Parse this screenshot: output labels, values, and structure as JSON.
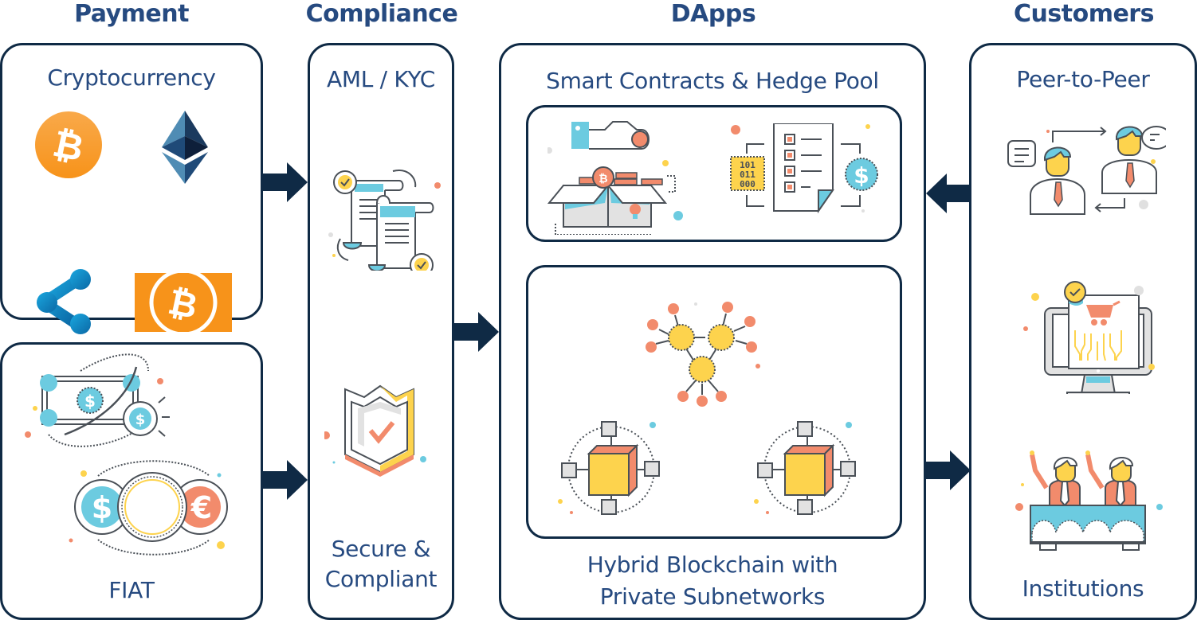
{
  "headers": {
    "payment": "Payment",
    "compliance": "Compliance",
    "dapps": "DApps",
    "customers": "Customers"
  },
  "payment": {
    "crypto_label": "Cryptocurrency",
    "crypto_icons": [
      "bitcoin-icon",
      "ethereum-icon",
      "ripple-icon",
      "bitcoin-cash-icon"
    ],
    "fiat_label": "FIAT",
    "fiat_icons": [
      "banknote-icon",
      "currency-exchange-icon"
    ],
    "fiat_symbols": {
      "dollar": "$",
      "euro": "€"
    }
  },
  "compliance": {
    "top_label": "AML / KYC",
    "bottom_label_line1": "Secure &",
    "bottom_label_line2": "Compliant"
  },
  "dapps": {
    "top_label": "Smart Contracts & Hedge Pool",
    "binary_text": [
      "101",
      "011",
      "000"
    ],
    "bottom_label_line1": "Hybrid Blockchain with",
    "bottom_label_line2": "Private Subnetworks"
  },
  "customers": {
    "top_label": "Peer-to-Peer",
    "bottom_label": "Institutions"
  },
  "colors": {
    "heading": "#264a80",
    "border": "#0f2a45",
    "orange": "#f7931a",
    "salmon": "#f28b6c",
    "yellow": "#fdd34d",
    "cyan": "#6ccbe0",
    "gray": "#4a5057"
  }
}
